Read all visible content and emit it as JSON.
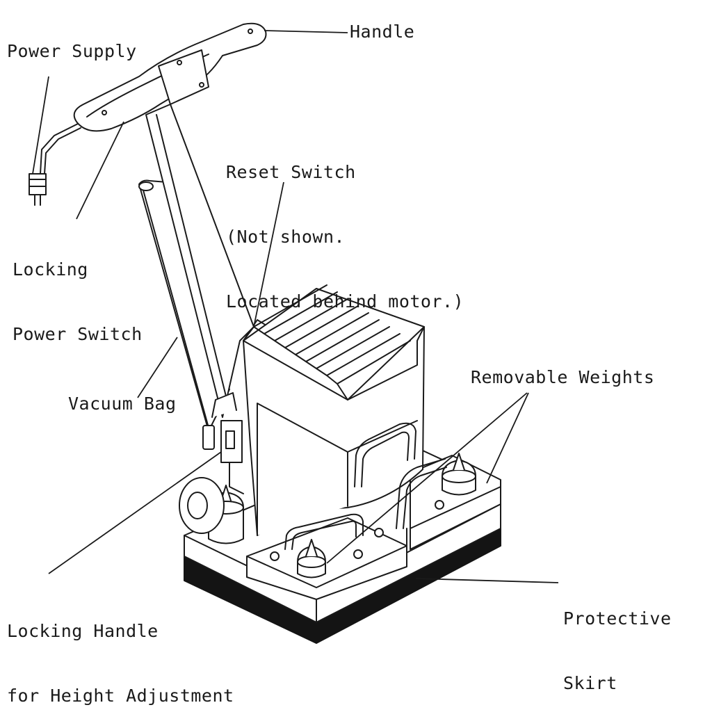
{
  "labels": {
    "handle": "Handle",
    "power_supply": "Power Supply",
    "reset_switch": [
      "Reset Switch",
      "(Not shown.",
      "Located behind motor.)"
    ],
    "locking_power_switch": [
      "Locking",
      "Power Switch"
    ],
    "vacuum_bag": "Vacuum Bag",
    "removable_weights": "Removable Weights",
    "locking_handle": [
      "Locking Handle",
      "for Height Adjustment"
    ],
    "protective_skirt": [
      "Protective",
      "Skirt"
    ]
  },
  "colors": {
    "ink": "#1a1a1a",
    "skirt": "#141414",
    "background": "#ffffff"
  }
}
